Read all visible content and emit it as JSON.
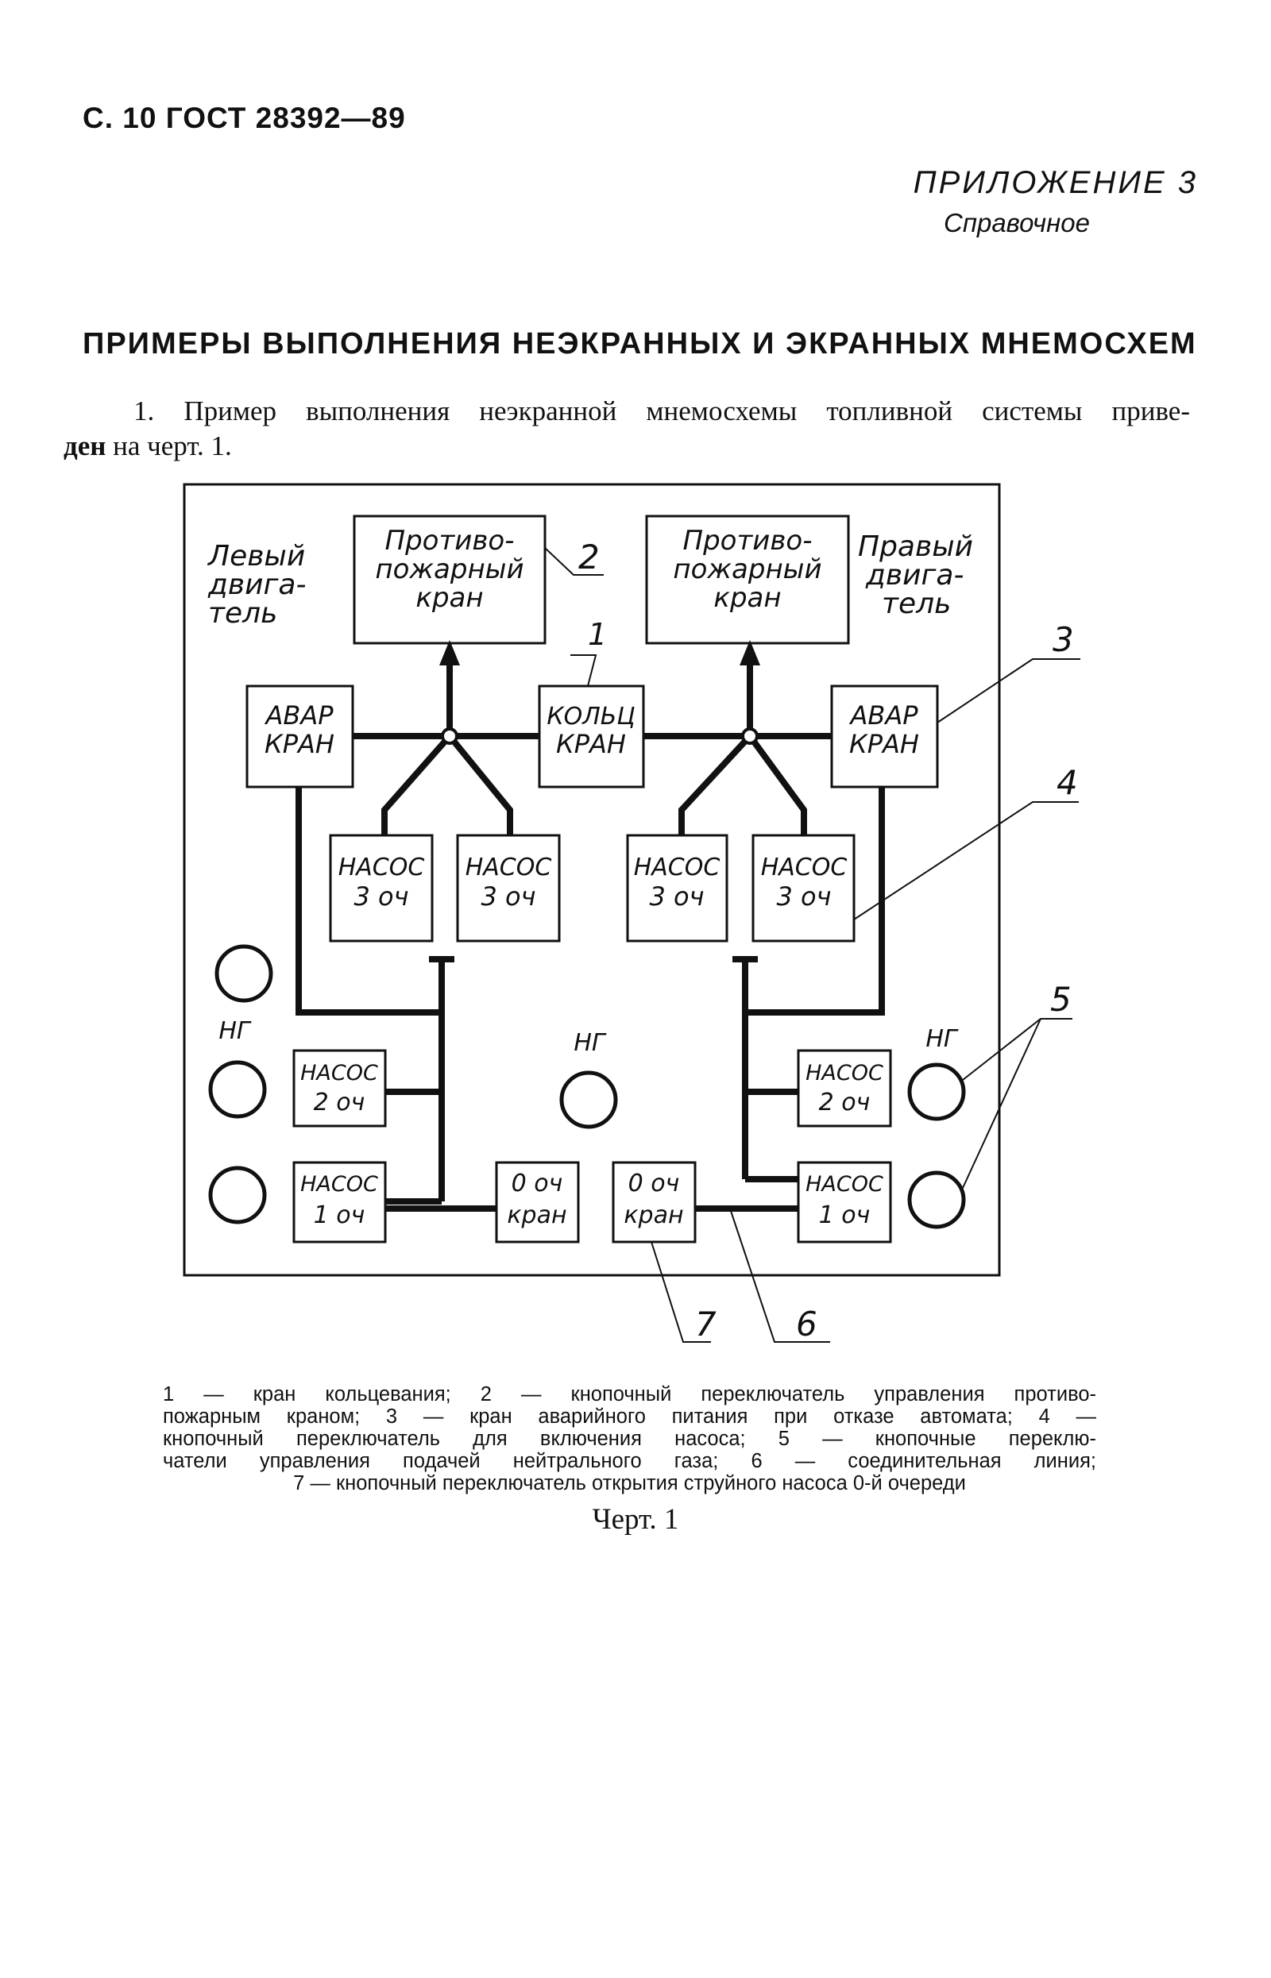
{
  "header": {
    "page_ref": "С. 10 ГОСТ 28392—89"
  },
  "appendix": {
    "title": "ПРИЛОЖЕНИЕ 3",
    "subtitle": "Справочное"
  },
  "section_title": "ПРИМЕРЫ ВЫПОЛНЕНИЯ НЕЭКРАННЫХ И ЭКРАННЫХ МНЕМОСХЕМ",
  "paragraph": {
    "line1": "1. Пример выполнения неэкранной мнемосхемы топливной системы приве-",
    "line2_bold": "ден",
    "line2_rest": " на черт. 1."
  },
  "diagram": {
    "left_engine": [
      "Левый",
      "двига-",
      "тель"
    ],
    "right_engine": [
      "Правый",
      "двига-",
      "тель"
    ],
    "fire_valve": [
      "Противо-",
      "пожарный",
      "кран"
    ],
    "emergency_valve": [
      "АВАР",
      "КРАН"
    ],
    "ring_valve": [
      "КОЛЬЦ",
      "КРАН"
    ],
    "pump3": [
      "НАСОС",
      "3 оч"
    ],
    "pump2": [
      "НАСОС",
      "2 оч"
    ],
    "pump1": [
      "НАСОС",
      "1 оч"
    ],
    "zero_valve": [
      "0 оч",
      "кран"
    ],
    "ng": "НГ",
    "callouts": [
      "1",
      "2",
      "3",
      "4",
      "5",
      "6",
      "7"
    ]
  },
  "caption": {
    "lines": [
      "1 — кран кольцевания; 2 — кнопочный переключатель управления противо-",
      "пожарным краном; 3 — кран аварийного питания при отказе автомата; 4 —",
      "кнопочный переключатель для включения насоса; 5 — кнопочные переклю-",
      "чатели управления подачей нейтрального газа; 6 — соединительная линия;",
      "7 — кнопочный переключатель открытия струйного насоса 0-й очереди"
    ]
  },
  "figure_label": "Черт. 1"
}
